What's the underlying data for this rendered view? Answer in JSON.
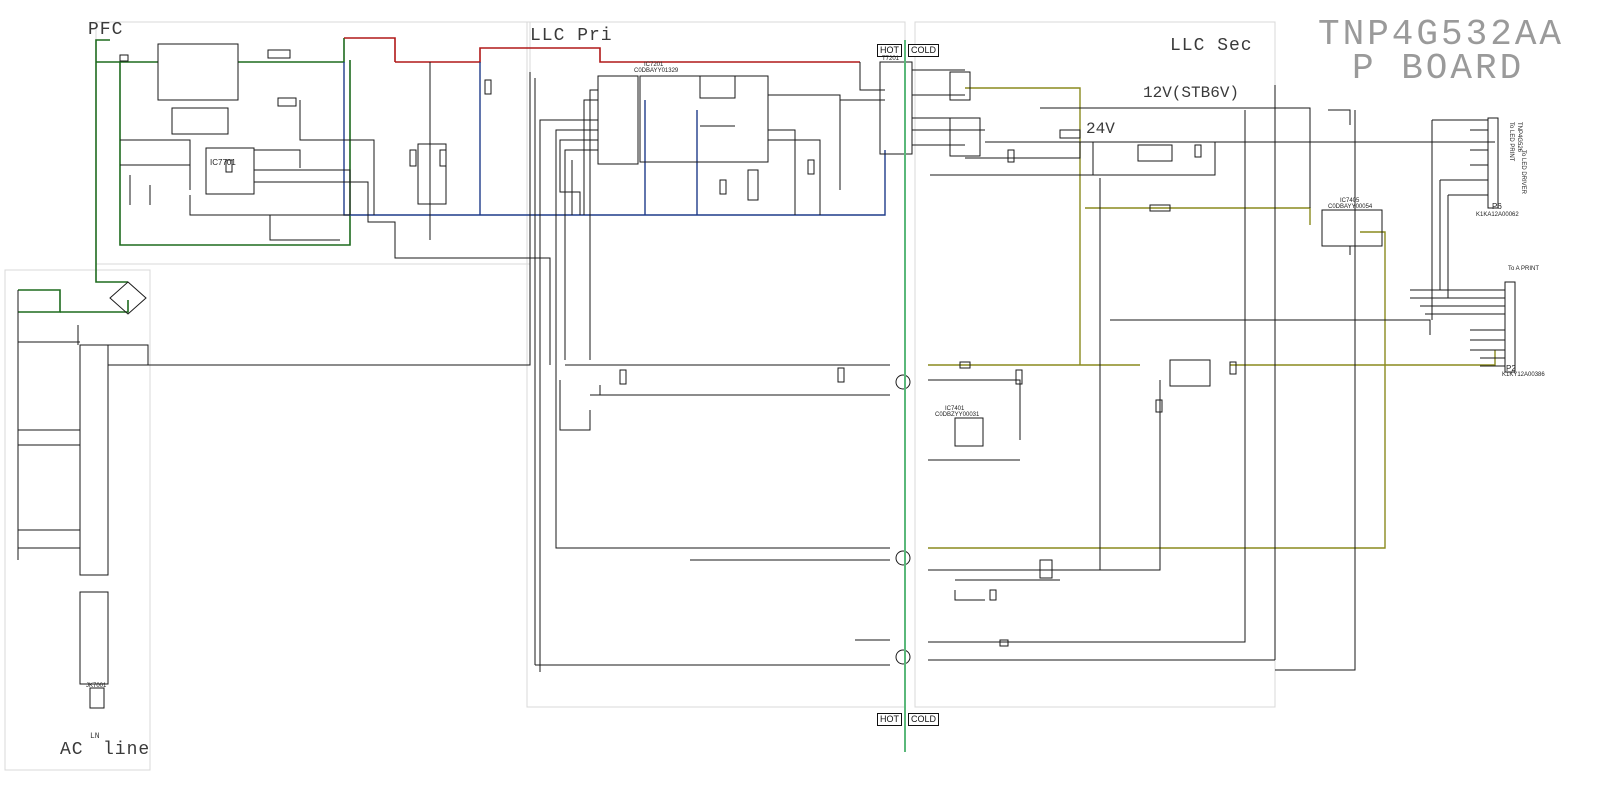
{
  "title": {
    "line1": "TNP4G532AA",
    "line2": "P BOARD"
  },
  "sections": {
    "pfc": "PFC",
    "llc_pri": "LLC Pri",
    "llc_sec": "LLC Sec",
    "ac_line": "AC",
    "ac_line_suffix": "line",
    "ac_ln": "LN"
  },
  "rails": {
    "stb": "12V(STB6V)",
    "v24": "24V"
  },
  "isolation": {
    "hot_top": "HOT",
    "cold_top": "COLD",
    "hot_bottom": "HOT",
    "cold_bottom": "COLD"
  },
  "components": {
    "ic7701": "IC7701",
    "ic7201": "IC7201",
    "ic7201_part": "C0DBAYY01329",
    "t7201": "T7201",
    "ic7405": "IC7405",
    "ic7405_part": "C0DBAYY00054",
    "ic7401": "IC7401",
    "ic7401_part": "C0DBZYY00031",
    "conn_p6": "P6",
    "conn_p6_part": "K1KA12A00062",
    "conn_p6_dest": "To LED DRIVER",
    "conn_p6_title": "To LED PRINT",
    "conn_p6_board": "TNP4G526",
    "conn_p2": "P2",
    "conn_p2_part": "K1KY12A00386",
    "conn_p2_dest": "To A PRINT",
    "ac_connector": "JK7001"
  },
  "colors": {
    "green_net": "#1e6b1e",
    "red_net": "#b01818",
    "blue_net": "#1f3c8a",
    "olive_net": "#8a8a1e",
    "isolation_line": "#5ab87a",
    "wire": "#1a1a1a"
  }
}
